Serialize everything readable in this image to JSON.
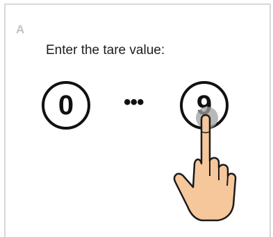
{
  "panel": {
    "step_label": "A",
    "instruction": "Enter the tare value:"
  },
  "keypad": {
    "first_digit": "0",
    "separator": "•••",
    "last_digit": "9"
  },
  "colors": {
    "border": "#d7d7d7",
    "label": "#c2c2c2",
    "ink": "#111111",
    "skin": "#f5c79b",
    "touch": "#a0a0a0"
  },
  "icons": {
    "hand": "pointing-hand-icon",
    "touch": "touch-point-icon"
  }
}
